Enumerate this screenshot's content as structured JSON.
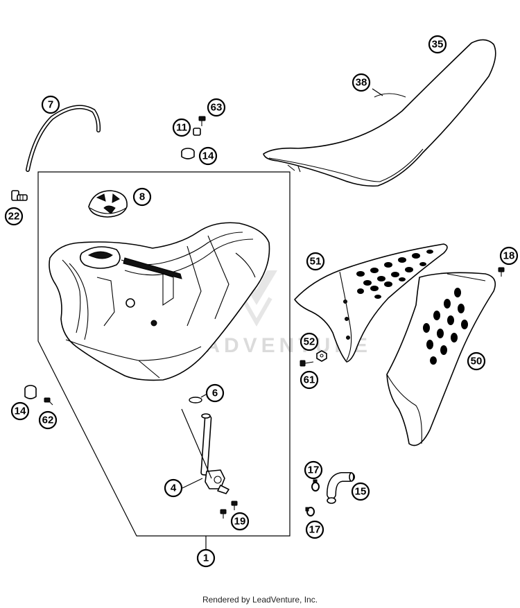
{
  "diagram": {
    "callouts": [
      "35",
      "38",
      "7",
      "63",
      "11",
      "14",
      "22",
      "8",
      "51",
      "18",
      "52",
      "61",
      "50",
      "6",
      "14",
      "62",
      "4",
      "17",
      "15",
      "19",
      "17",
      "1"
    ],
    "watermark": "LEADVENTURE"
  },
  "footer": {
    "text": "Rendered by LeadVenture, Inc."
  }
}
